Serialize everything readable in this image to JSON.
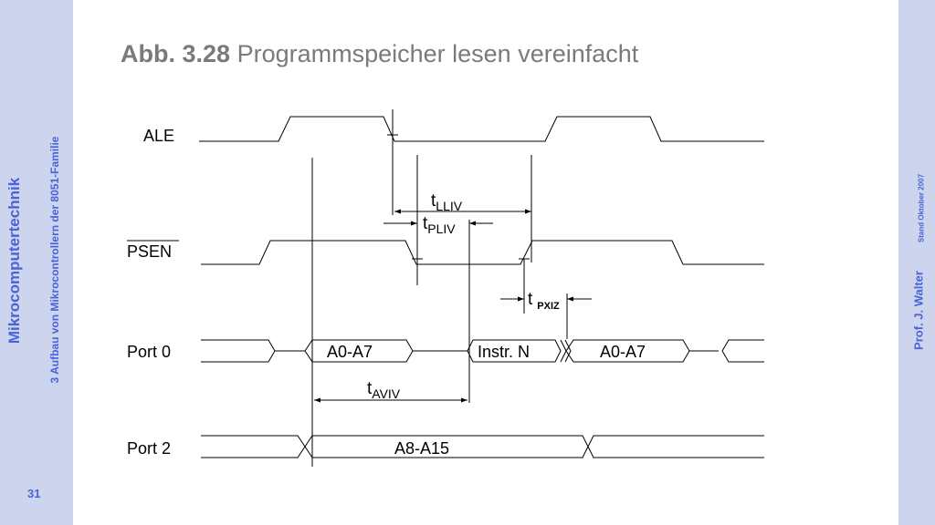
{
  "sidebar_left": {
    "title": "Mikrocomputertechnik",
    "subtitle": "3 Aufbau von Mikrocontrollern der 8051-Familie",
    "page_number": "31"
  },
  "sidebar_right": {
    "author": "Prof. J. Walter",
    "status": "Stand Oktober 2007"
  },
  "slide": {
    "title_prefix": "Abb. 3.28",
    "title_text": "Programmspeicher lesen vereinfacht"
  },
  "diagram": {
    "signals": {
      "ale": "ALE",
      "psen": "PSEN",
      "port0": "Port 0",
      "port2": "Port 2"
    },
    "bus_values": {
      "a0_a7_first": "A0-A7",
      "instr": "Instr. N",
      "a0_a7_second": "A0-A7",
      "a8_a15": "A8-A15"
    },
    "timings": {
      "tlliv_main": "t",
      "tlliv_sub": "LLIV",
      "tpliv_main": "t",
      "tpliv_sub": "PLIV",
      "tpxiz_main": "t",
      "tpxiz_sub": "PXIZ",
      "taviv_main": "t",
      "taviv_sub": "AVIV"
    }
  }
}
